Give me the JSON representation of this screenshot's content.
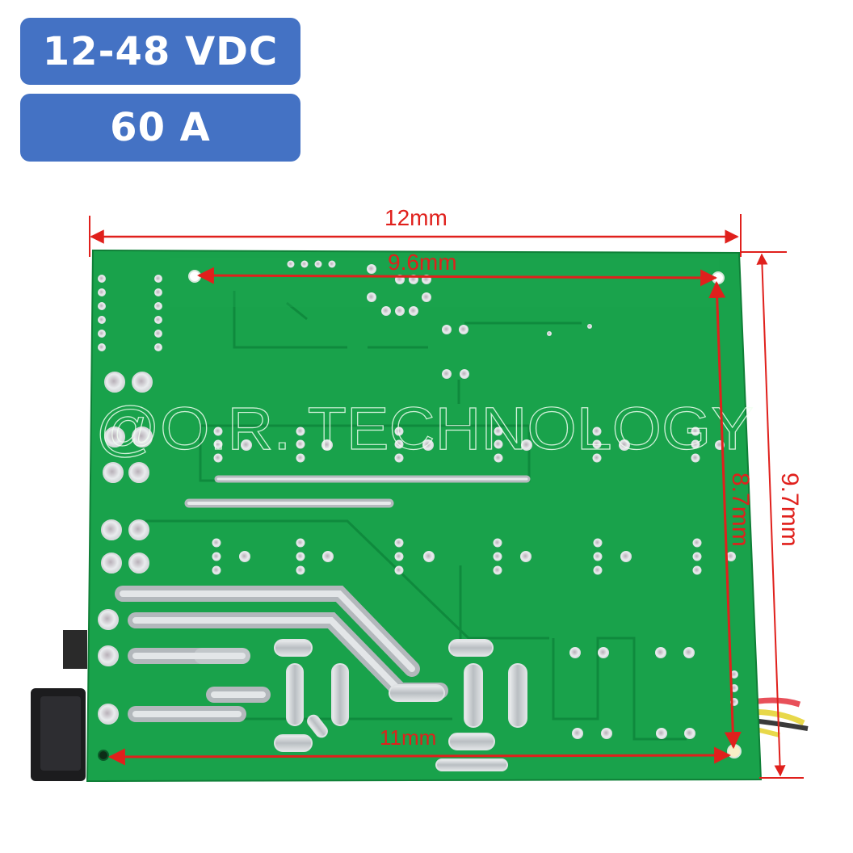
{
  "badges": {
    "voltage": "12-48 VDC",
    "current": "60 A"
  },
  "dimensions": {
    "width_outer": "12mm",
    "hole_spacing_horizontal_top": "9.6mm",
    "hole_spacing_horizontal_bottom": "11mm",
    "hole_spacing_vertical": "8.7mm",
    "height_outer": "9.7mm"
  },
  "watermark": "@O.R. TECHNOLOGY",
  "colors": {
    "badge_bg": "#4472c4",
    "badge_text": "#ffffff",
    "pcb_green": "#17a14a",
    "dimension_red": "#e0201c",
    "solder_silver": "#c9cdd0"
  },
  "product": {
    "subject": "PWM motor speed controller PCB (solder side)",
    "wires": [
      "red",
      "yellow",
      "black"
    ],
    "connector": "black rocker/terminal block on left edge"
  }
}
